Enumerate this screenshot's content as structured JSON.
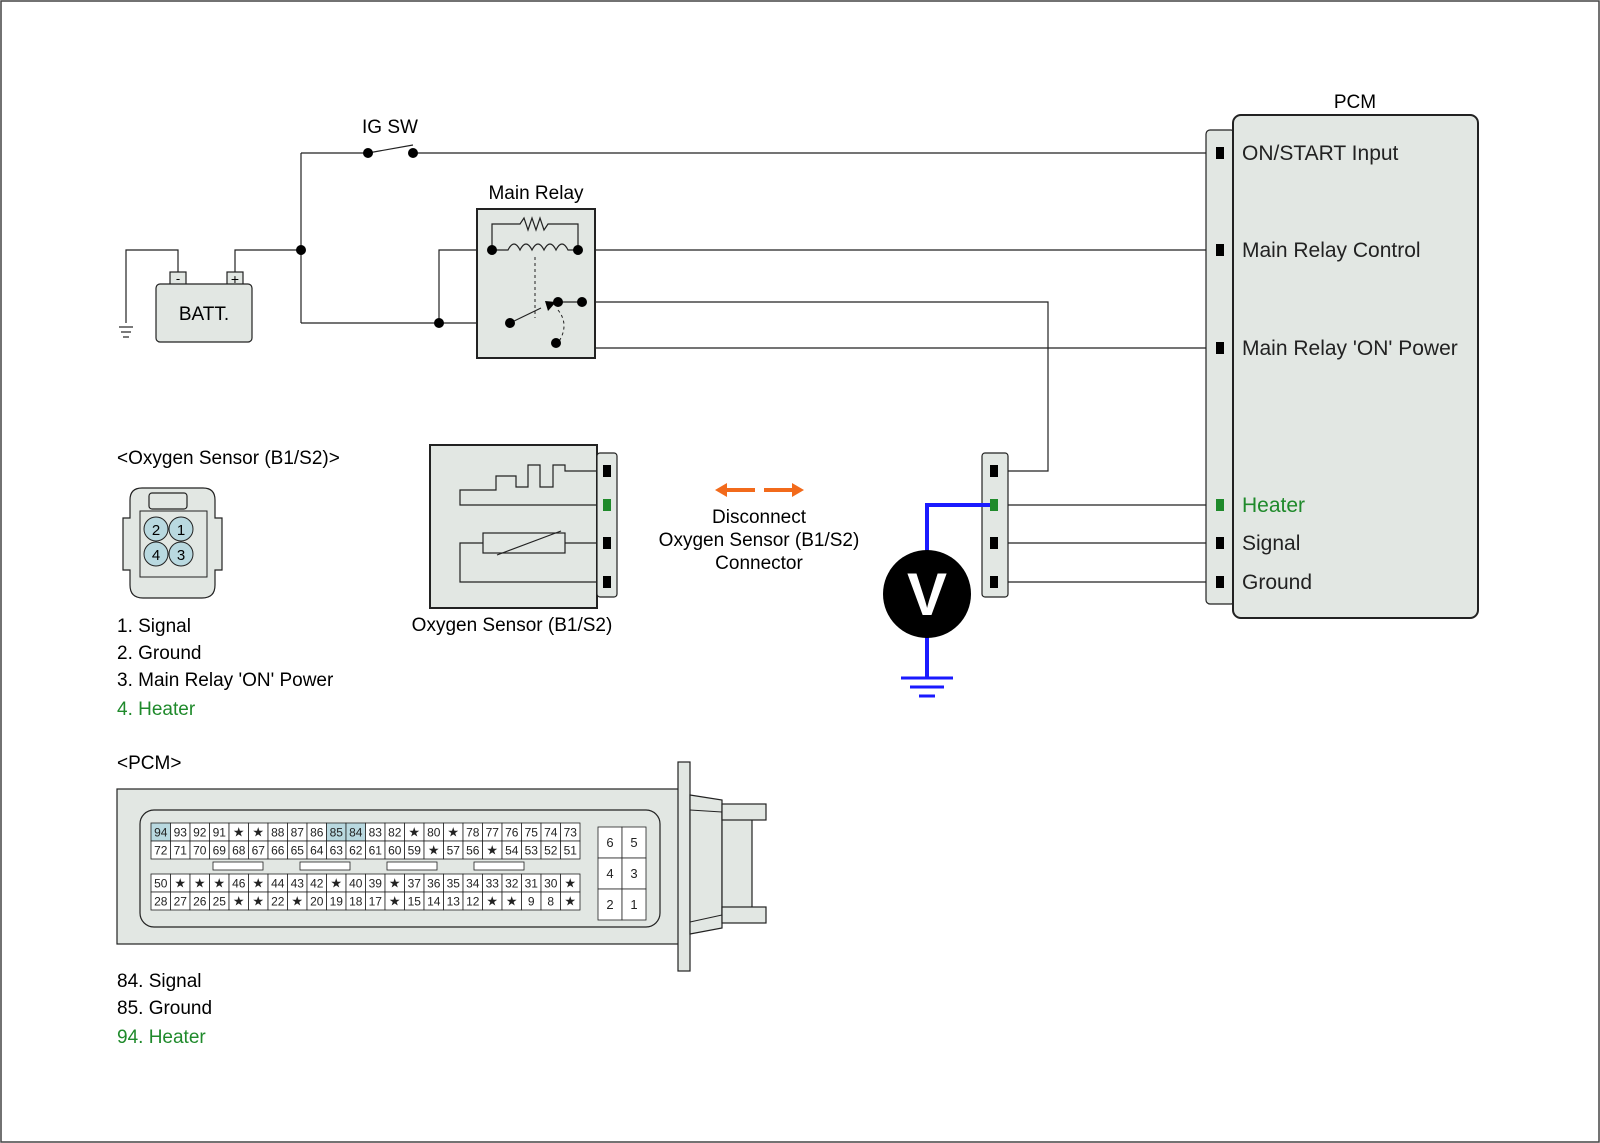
{
  "title": "",
  "colors": {
    "wire": "#222222",
    "box_fill": "#e2e7e3",
    "highlight_fill": "#b9d9e0",
    "heater_green": "#1f8a2b",
    "meter_wire": "#1a1aff",
    "arrow_orange": "#f26a1b",
    "meter_black": "#000000"
  },
  "labels": {
    "ig_sw": "IG SW",
    "main_relay": "Main Relay",
    "batt": "BATT.",
    "batt_minus": "-",
    "batt_plus": "+",
    "pcm": "PCM",
    "meter": "V",
    "sensor_name": "Oxygen Sensor (B1/S2)",
    "disconnect_lines": [
      "Disconnect",
      "Oxygen Sensor (B1/S2)",
      "Connector"
    ]
  },
  "pcm_pins": [
    "ON/START Input",
    "Main Relay Control",
    "Main Relay 'ON' Power",
    "Heater",
    "Signal",
    "Ground"
  ],
  "sensor_connector": {
    "title": "<Oxygen Sensor (B1/S2)>",
    "pins": [
      "2",
      "1",
      "4",
      "3"
    ],
    "legend": [
      "1. Signal",
      "2. Ground",
      "3. Main Relay 'ON' Power",
      "4. Heater"
    ]
  },
  "pcm_connector": {
    "title": "<PCM>",
    "rows": [
      [
        "94",
        "93",
        "92",
        "91",
        "★",
        "★",
        "88",
        "87",
        "86",
        "85",
        "84",
        "83",
        "82",
        "★",
        "80",
        "★",
        "78",
        "77",
        "76",
        "75",
        "74",
        "73"
      ],
      [
        "72",
        "71",
        "70",
        "69",
        "68",
        "67",
        "66",
        "65",
        "64",
        "63",
        "62",
        "61",
        "60",
        "59",
        "★",
        "57",
        "56",
        "★",
        "54",
        "53",
        "52",
        "51"
      ],
      [
        "50",
        "★",
        "★",
        "★",
        "46",
        "★",
        "44",
        "43",
        "42",
        "★",
        "40",
        "39",
        "★",
        "37",
        "36",
        "35",
        "34",
        "33",
        "32",
        "31",
        "30",
        "★"
      ],
      [
        "28",
        "27",
        "26",
        "25",
        "★",
        "★",
        "22",
        "★",
        "20",
        "19",
        "18",
        "17",
        "★",
        "15",
        "14",
        "13",
        "12",
        "★",
        "★",
        "9",
        "8",
        "★"
      ]
    ],
    "highlighted": [
      "94",
      "85",
      "84"
    ],
    "small_block": [
      [
        "6",
        "5"
      ],
      [
        "4",
        "3"
      ],
      [
        "2",
        "1"
      ]
    ],
    "legend": [
      "84. Signal",
      "85. Ground",
      "94. Heater"
    ]
  }
}
